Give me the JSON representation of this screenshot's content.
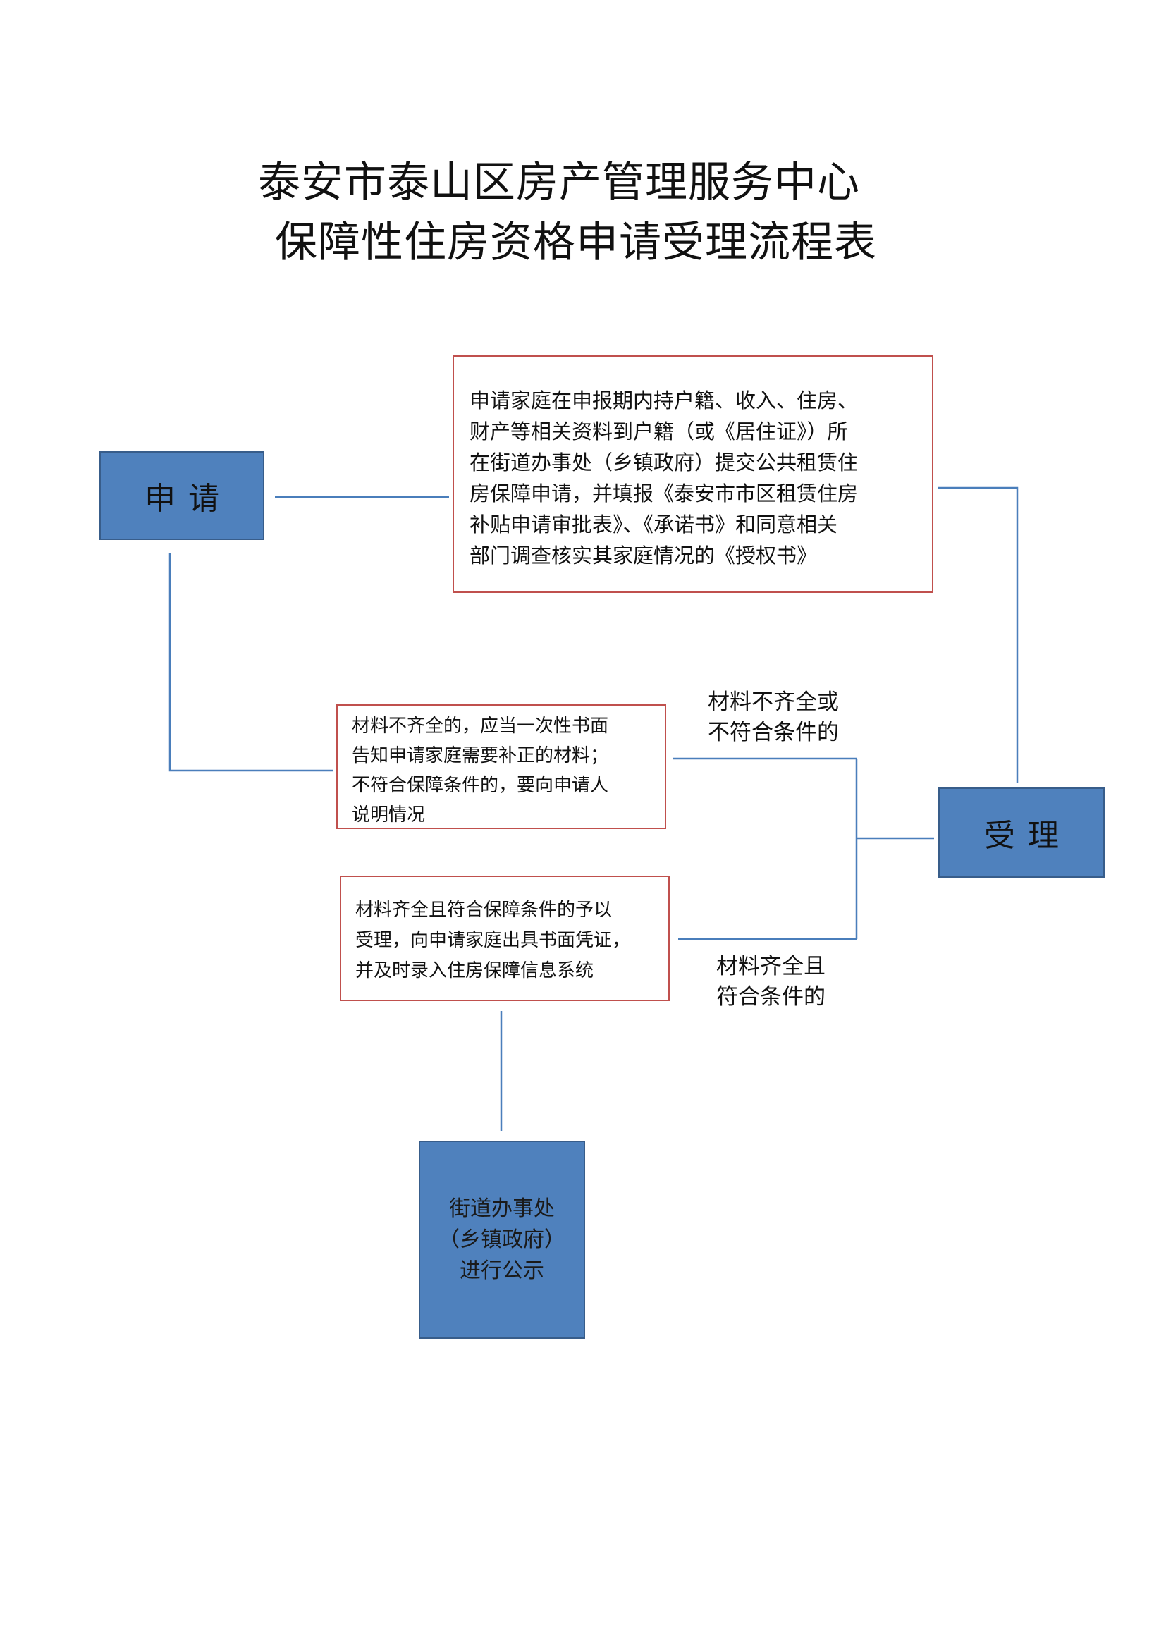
{
  "title": {
    "line1": "泰安市泰山区房产管理服务中心",
    "line2": "保障性住房资格申请受理流程表"
  },
  "nodes": {
    "apply": "申请",
    "accept": "受理",
    "publicity": [
      "街道办事处",
      "（乡镇政府）",
      "进行公示"
    ]
  },
  "notes": {
    "requirements": [
      "申请家庭在申报期内持户籍、收入、住房、",
      "财产等相关资料到户籍（或《居住证》）所",
      "在街道办事处（乡镇政府）提交公共租赁住",
      "房保障申请，并填报《泰安市市区租赁住房",
      "补贴申请审批表》、《承诺书》和同意相关",
      "部门调查核实其家庭情况的《授权书》"
    ],
    "incomplete": [
      "材料不齐全的，应当一次性书面",
      "告知申请家庭需要补正的材料；",
      "不符合保障条件的，要向申请人",
      "说明情况"
    ],
    "complete": [
      "材料齐全且符合保障条件的予以",
      "受理，向申请家庭出具书面凭证，",
      "并及时录入住房保障信息系统"
    ]
  },
  "branch_labels": {
    "incomplete": [
      "材料不齐全或",
      "不符合条件的"
    ],
    "complete": [
      "材料齐全且",
      "符合条件的"
    ]
  },
  "colors": {
    "node_fill": "#4f81bd",
    "node_border": "#385d8a",
    "note_border": "#c0504d",
    "connector": "#4a7ebb"
  }
}
